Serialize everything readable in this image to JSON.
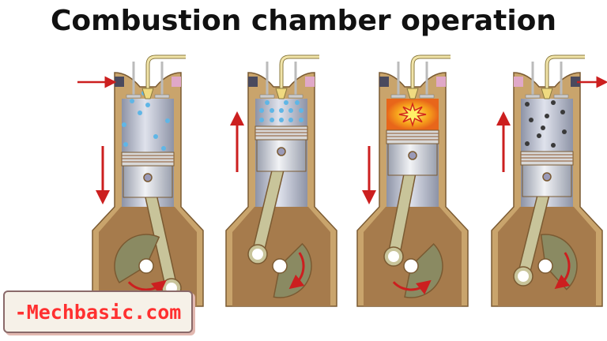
{
  "title": "Combustion chamber operation",
  "watermark": "-Mechbasic.com",
  "colors": {
    "block": "#c9a46c",
    "crankcase": "#a67b4c",
    "outline": "#7a5a32",
    "cylinder": "#b8bccb",
    "arrow": "#cc1f1f",
    "intake_charge": "#5fb6e6",
    "exhaust_gas": "#3a3a3a",
    "flame": "#f08a1a",
    "rod": "#c8c49a",
    "crank": "#8a8a62",
    "watermark_text": "#ff3030"
  },
  "strokes": [
    {
      "piston_motion": "down",
      "valve_flow": "intake",
      "charge": "fresh-mixture",
      "crank_rotation": "counterclockwise"
    },
    {
      "piston_motion": "up",
      "valve_flow": "none",
      "charge": "compressed-mixture",
      "crank_rotation": "clockwise"
    },
    {
      "piston_motion": "down",
      "valve_flow": "none",
      "charge": "combustion",
      "crank_rotation": "counterclockwise"
    },
    {
      "piston_motion": "up",
      "valve_flow": "exhaust",
      "charge": "exhaust-gas",
      "crank_rotation": "clockwise"
    }
  ]
}
